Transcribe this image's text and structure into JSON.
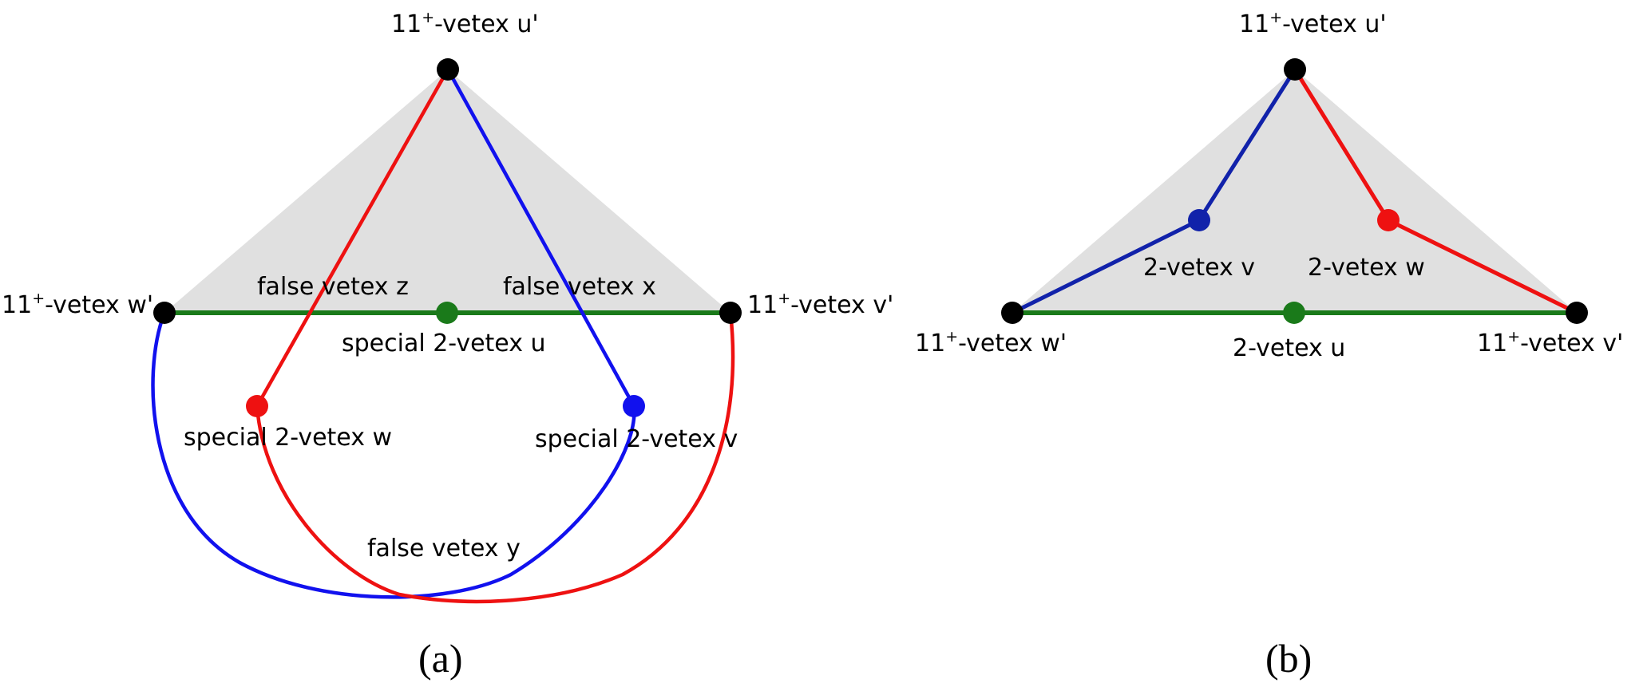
{
  "colors": {
    "shade": "#e0e0e0",
    "black": "#000000",
    "red": "#ee1111",
    "blue": "#1111ee",
    "dark_blue": "#1122aa",
    "green": "#1a7a1a"
  },
  "panel_a": {
    "caption": "(a)",
    "vertex_u_prime": {
      "num": "11",
      "sup": "+",
      "rest": "-vetex u'"
    },
    "vertex_w_prime": {
      "num": "11",
      "sup": "+",
      "rest": "-vetex w'"
    },
    "vertex_v_prime": {
      "num": "11",
      "sup": "+",
      "rest": "-vetex v'"
    },
    "false_z": "false vetex z",
    "false_x": "false vetex x",
    "false_y": "false vetex y",
    "special_u": "special 2-vetex u",
    "special_w": "special 2-vetex w",
    "special_v": "special 2-vetex v"
  },
  "panel_b": {
    "caption": "(b)",
    "vertex_u_prime": {
      "num": "11",
      "sup": "+",
      "rest": "-vetex u'"
    },
    "vertex_w_prime": {
      "num": "11",
      "sup": "+",
      "rest": "-vetex w'"
    },
    "vertex_v_prime": {
      "num": "11",
      "sup": "+",
      "rest": "-vetex v'"
    },
    "vertex_v": "2-vetex v",
    "vertex_w": "2-vetex w",
    "vertex_u": "2-vetex u"
  }
}
